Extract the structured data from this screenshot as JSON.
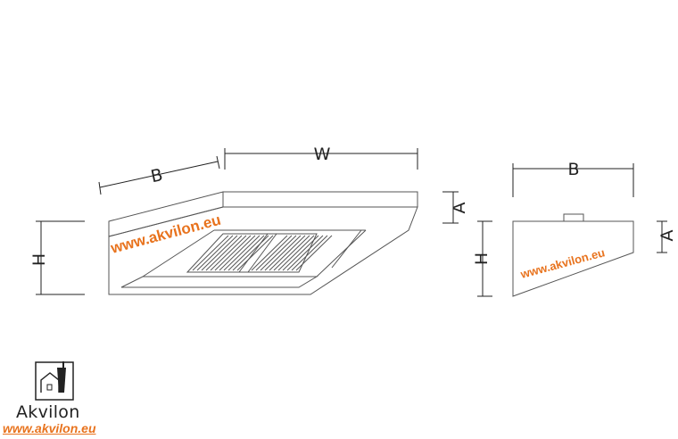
{
  "dimensions": {
    "front_width": "W",
    "front_depth": "B",
    "front_height": "H",
    "front_a": "A",
    "side_depth": "B",
    "side_height": "H",
    "side_a": "A"
  },
  "watermark": {
    "front_text": "www.akvilon.eu",
    "side_text": "www.akvilon.eu"
  },
  "logo": {
    "brand": "Akvilon",
    "url": "www.akvilon.eu"
  },
  "colors": {
    "line": "#555555",
    "dimension_line": "#222222",
    "watermark": "#e8731e"
  }
}
